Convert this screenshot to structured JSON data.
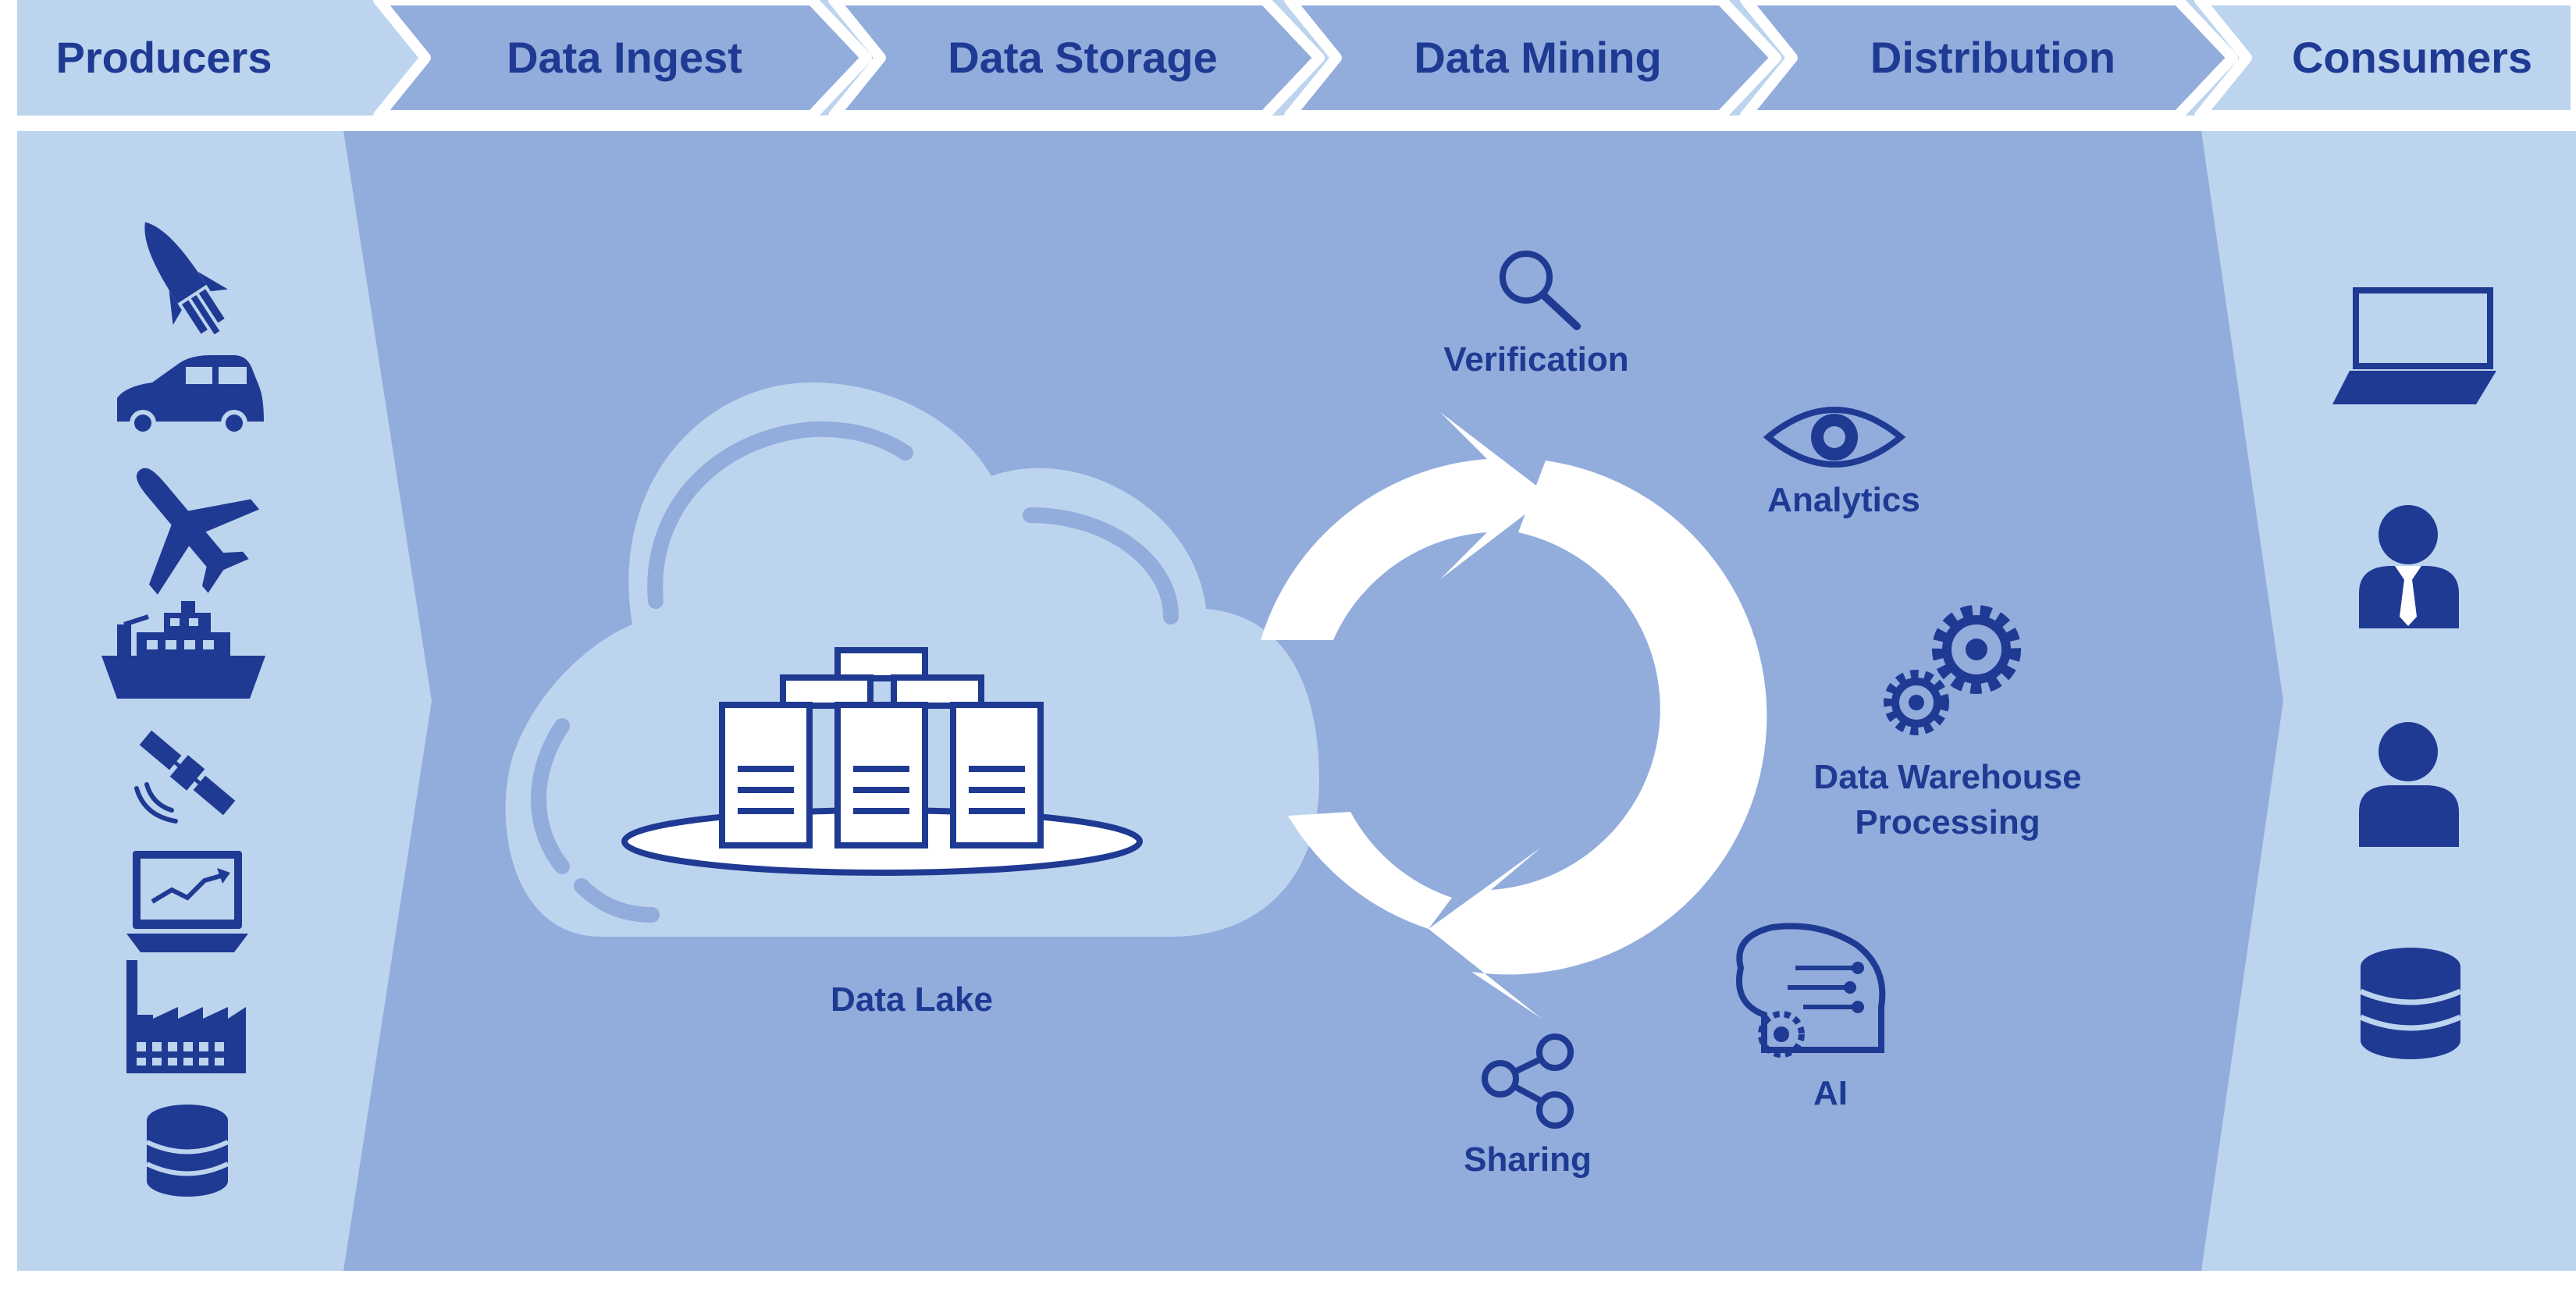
{
  "header": {
    "stages": [
      {
        "label": "Producers"
      },
      {
        "label": "Data Ingest"
      },
      {
        "label": "Data Storage"
      },
      {
        "label": "Data Mining"
      },
      {
        "label": "Distribution"
      },
      {
        "label": "Consumers"
      }
    ]
  },
  "producers": {
    "icons": [
      "rocket-icon",
      "car-icon",
      "airplane-icon",
      "ship-icon",
      "satellite-icon",
      "laptop-chart-icon",
      "factory-icon",
      "database-icon"
    ]
  },
  "storage": {
    "label": "Data Lake",
    "icons": [
      "cloud-icon",
      "server-cluster-icon"
    ]
  },
  "mining": {
    "cycle_icon": "refresh-cycle-icon",
    "items": [
      {
        "label": "Verification",
        "icon": "magnifier-icon"
      },
      {
        "label": "Analytics",
        "icon": "eye-icon"
      },
      {
        "label": "Data Warehouse",
        "label2": "Processing",
        "icon": "gears-icon"
      },
      {
        "label": "AI",
        "icon": "ai-head-icon"
      },
      {
        "label": "Sharing",
        "icon": "share-icon"
      }
    ]
  },
  "consumers": {
    "icons": [
      "laptop-icon",
      "businessman-icon",
      "person-icon",
      "database-icon"
    ]
  },
  "colors": {
    "dark_blue": "#1f3a93",
    "mid_blue": "#92acdc",
    "light_blue": "#bcd4ee",
    "white": "#ffffff"
  }
}
